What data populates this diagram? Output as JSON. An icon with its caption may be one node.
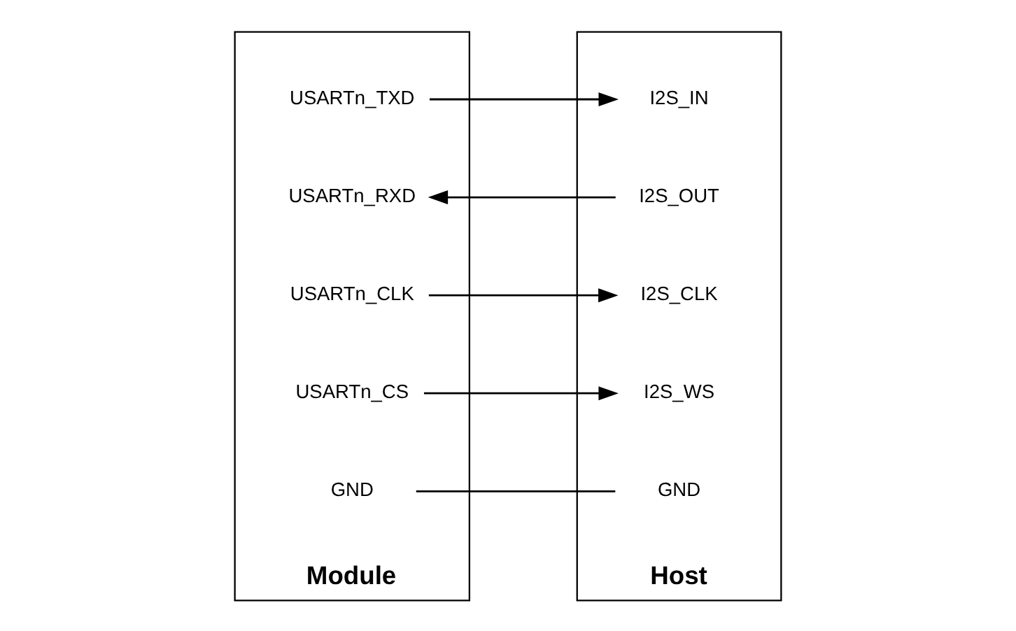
{
  "diagram": {
    "nodes": [
      {
        "text": [
          "Module"
        ]
      },
      {
        "text": [
          "USARTn_TXD"
        ],
        "in": 0
      },
      {
        "text": [
          "USARTn_RXD"
        ],
        "in": 0
      },
      {
        "text": [
          "USARTn_CLK"
        ],
        "in": 0
      },
      {
        "text": [
          "USARTn_CS"
        ],
        "in": 0
      },
      {
        "text": [
          "GND"
        ],
        "in": 0
      },
      {
        "text": [
          "Host"
        ]
      },
      {
        "text": [
          "I2S_IN"
        ],
        "in": 6
      },
      {
        "text": [
          "I2S_OUT"
        ],
        "in": 6
      },
      {
        "text": [
          "I2S_CLK"
        ],
        "in": 6
      },
      {
        "text": [
          "I2S_WS"
        ],
        "in": 6
      },
      {
        "text": [
          "GND"
        ],
        "in": 6
      }
    ],
    "edges": [
      {
        "from": 1,
        "to": 7,
        "arrow": "to"
      },
      {
        "from": 8,
        "to": 2,
        "arrow": "to"
      },
      {
        "from": 3,
        "to": 9,
        "arrow": "to"
      },
      {
        "from": 4,
        "to": 10,
        "arrow": "to"
      },
      {
        "from": 5,
        "to": 11,
        "arrow": "none"
      }
    ]
  }
}
